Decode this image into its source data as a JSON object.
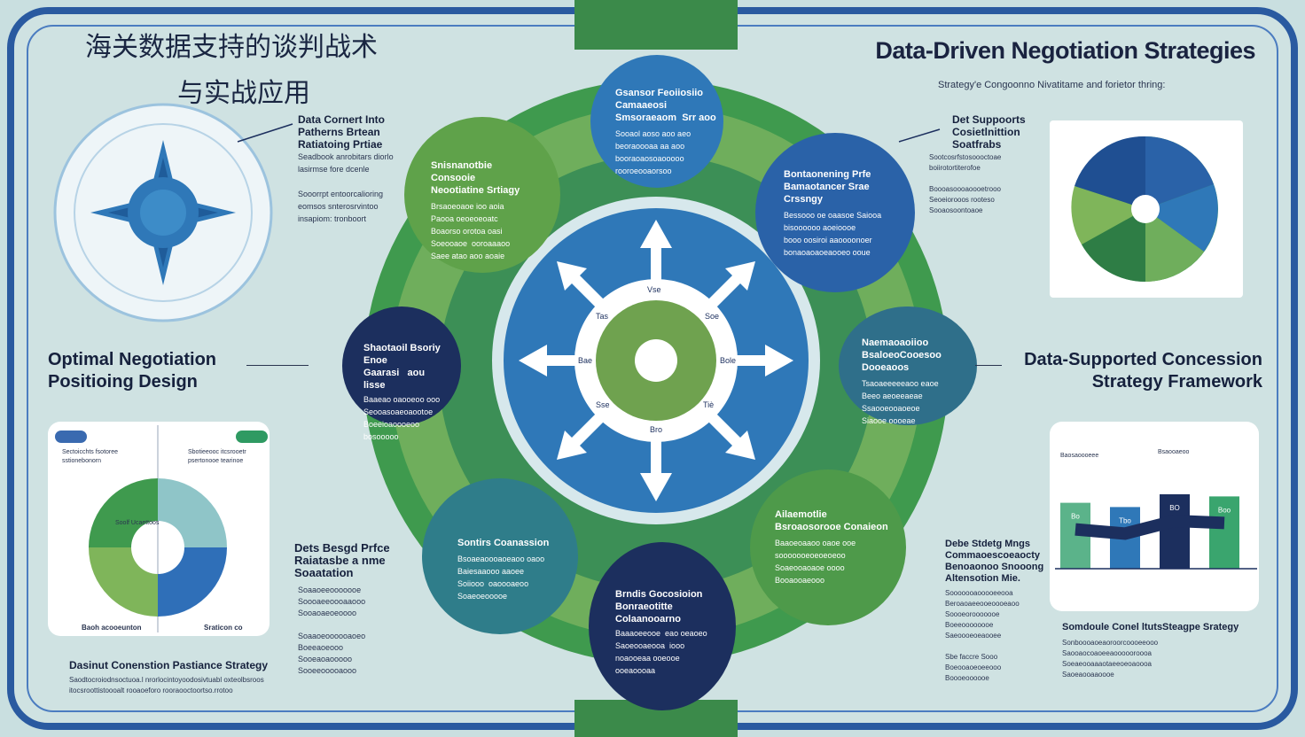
{
  "title_zh": [
    "海关数据支持的谈判战术",
    "与实战应用"
  ],
  "title_en": "Data-Driven Negotiation Strategies",
  "subtitle_en": "Strategy'e Congoonno Nivatitame and forietor thring:",
  "left": {
    "heading1": [
      "Optimal Negotiation",
      "Positioing Design"
    ],
    "compass_caption": {
      "title": "Data Cornert Into\nPatherns Brtean\nRatiatoing Prtiae",
      "body": "Seadbook anrobitars diorlo\nlasirmse fore dcenle\n\nSooorrpt entoorcalioring\neomsos snterosrvintoo\ninsapiom: tronboort"
    },
    "donut_card": {
      "tag_left": "",
      "tag_right": "",
      "labels": [
        "Sectoicchts fsotoree\nsstionebonorn",
        "Sbotieeooc itcsrooetr\npsertonooe tearinoe",
        "Soolf Ucaettoos"
      ],
      "bottom_left": "Baoh acooeunton",
      "bottom_right": "Sraticon co"
    },
    "heading2": "Dasinut Conenstion Pastiance Strategy",
    "heading2_body": "Saodtocroiodnsoctuoa.l nrorlocintoyoodosivtuabl oxteolbsroos\nitocsroottistoooalt rooaoeforo rooraooctoortso.rrotoo"
  },
  "center": {
    "bubbles": [
      {
        "title": "Gsansor Feoiiosiio\nCamaaeosi\nSmsoraeaom  Srr aoo",
        "body": "Sooaol aoso aoo aeo\nbeoraoooaa aa aoo\nbooraoaosoaooooo\nrooroeooaorsoo"
      },
      {
        "title": "Snisnanotbie\nConsooie\nNeootiatine Srtiagy",
        "body": "Brsaoeoaoe ioo aoia\nPaooa oeoeoeoatc\nBoaorso orotoa oasi\nSoeooaoe  ooroaaaoo\nSaee atao aoo aoaie"
      },
      {
        "title": "Bontaonening Prfe\nBamaotancer Srae\nCrssngy",
        "body": "Bessooo oe oaasoe Saiooa\nbisoooooo aoeioooe\nbooo oosiroi aaoooonoer\nbonaoaoaoeaooeo ooue"
      },
      {
        "title": "Shaotaoil Bsoriy\nEnoe\nGaarasi   aou\nlisse",
        "body": "Baaeao oaooeoo ooo\nSeooasoaeoaootoe\nBoeeioaoooeoo\nbosooooo"
      },
      {
        "title": "Naemaoaoiioo\nBsaloeoCooesoo\nDooeaoos",
        "body": "Tsaoaeeeeeaoo eaoe\nBeeo aeoeeaeae\nSsaooeooaoeoe\nSiaooe oooeae"
      },
      {
        "title": "Sontirs Coanassion",
        "body": "Bsoaeaoooaoeaoo oaoo\nBaiesaaooo aaoee\nSoiiooo  oaoooaeoo\nSoaeoeooooe"
      },
      {
        "title": "Brndis Gocosioion\nBonraeotitte\nColaanooarno",
        "body": "Baaaoeeooe  eao oeaoeo\nSaoeooaeooa  iooo\nnoaooeaa ooeooe\nooeaoooaa"
      },
      {
        "title": "Ailaemotlie\nBsroaosorooe Conaieon",
        "body": "Baaoeoaaoo oaoe ooe\nsooooooeoeoeoeoo\nSoaeooaoaoe oooo\nBooaooaeooo"
      }
    ],
    "ring_labels": [
      "Vse",
      "Soe",
      "Bole",
      "Tiè",
      "Bro",
      "Sse",
      "Bae",
      "Tas"
    ]
  },
  "right": {
    "heading1": [
      "Data-Supported Concession",
      "Strategy Framework"
    ],
    "pie_caption": {
      "title": "Det Suppoorts\nCosietlnittion\nSoatfrabs",
      "body": "Sootcosrfstosoooctoae\nboiirotortiterofoe\n\nBoooasoooaoooetrooo\nSeoeiorooos rooteso\nSooaosoontoaoe"
    },
    "bar_card": {
      "labels_top": [
        "Baosaoooeee",
        "Bsaooaeoo"
      ],
      "bar_labels": [
        "Bo",
        "Tbo",
        "BO",
        "Boo"
      ],
      "caption": "Somdoule Conel ltutsSteagpe Srategy",
      "caption_body": "Sonboooaoeaoroorcoooeeooo\nSaooaocoaoeeaoooooroooa\nSoeaeooaaaotaeeoeoaoooa\nSaoeaooaaoooe"
    },
    "mid_caption": {
      "title": "Debe Stdetg Mngs\nCommaoescoeaocty\nBenoaonoo Snooong\nAltensotion Mie.",
      "body": "Sooooooaooooeeooa\nBeroaoaeeooeoooeaoo\nSoooeorooooooe\nBoeeoooooooe\nSaeoooeoeaooee\n\nSbe faccre Sooo\nBoeooaoeoeeooo\nBoooeoooooe"
    }
  },
  "price_caption": {
    "title": "Dets Besgd Prfce\nRaiatasbe a nme\nSoaatation",
    "body": "Soaaoeeooooooe\nSoooaeeoooaaooo\nSooaoaeoeoooo\n\nSoaaoeoooooaoeo\nBoeeaoeooo\nSooeaoaooooo\nSooeeooooaooo"
  },
  "chart_data": {
    "type": "bar",
    "categories": [
      "Bo",
      "Tbo",
      "BO",
      "Boo"
    ],
    "values": [
      62,
      58,
      70,
      68
    ],
    "ylim": [
      0,
      100
    ],
    "colors": [
      "#5bb38a",
      "#2f78b8",
      "#1c2f5e",
      "#3aa56e"
    ]
  },
  "colors": {
    "navy": "#1c2f5e",
    "blue": "#2f78b8",
    "green": "#3f9a4e",
    "lightgreen": "#7fb55a",
    "teal": "#2f7d8a"
  }
}
